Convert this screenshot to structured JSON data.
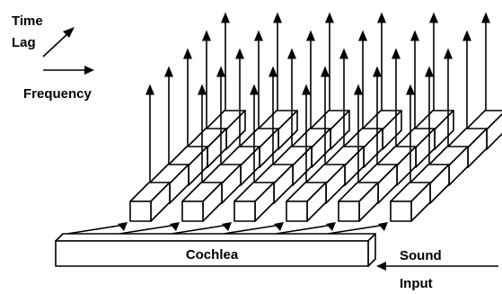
{
  "labels": {
    "time_lag": [
      "Time",
      "Lag"
    ],
    "frequency": "Frequency",
    "cochlea": "Cochlea",
    "sound_input": [
      "Sound",
      "Input"
    ]
  },
  "grid": {
    "channels": 6,
    "lags": 5
  }
}
